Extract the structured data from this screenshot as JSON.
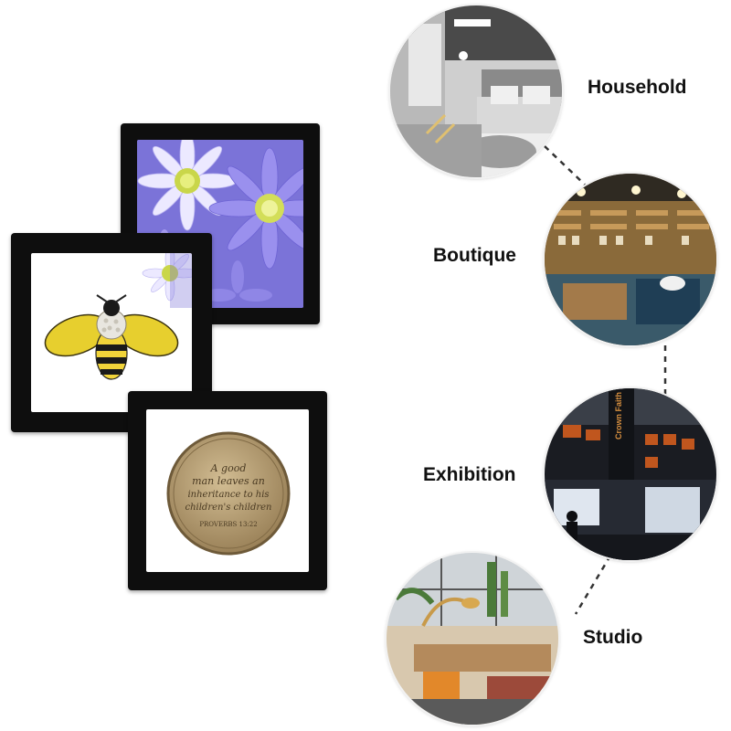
{
  "scenes": [
    {
      "label": "Household",
      "icon": "household-photo"
    },
    {
      "label": "Boutique",
      "icon": "boutique-photo"
    },
    {
      "label": "Exhibition",
      "icon": "exhibition-photo"
    },
    {
      "label": "Studio",
      "icon": "studio-photo"
    }
  ],
  "exhibition_sign": "Crown Faith",
  "coin": {
    "line1": "A good",
    "line2": "man leaves an",
    "line3": "inheritance to his",
    "line4": "children's children",
    "reference": "PROVERBS 13:22"
  },
  "colors": {
    "frame": "#0e0e0e",
    "flower_bg": "#7b73d8",
    "coin": "#b39b72"
  }
}
